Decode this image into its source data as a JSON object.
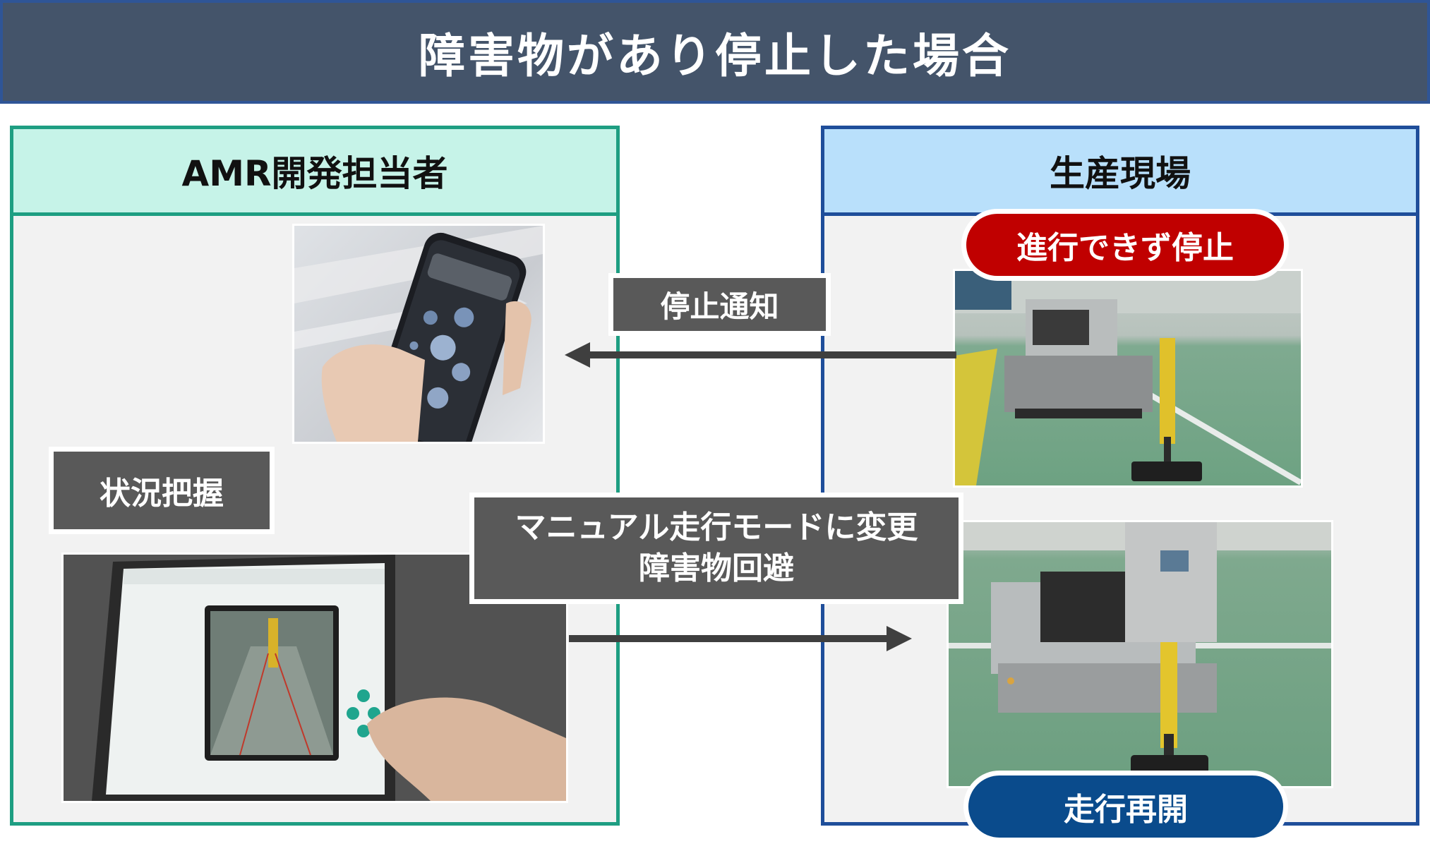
{
  "header": {
    "title": "障害物があり停止した場合"
  },
  "left_panel": {
    "title": "AMR開発担当者"
  },
  "right_panel": {
    "title": "生産現場"
  },
  "labels": {
    "stop_notify": "停止通知",
    "situation": "状況把握",
    "manual_line1": "マニュアル走行モードに変更",
    "manual_line2": "障害物回避"
  },
  "pills": {
    "stopped": "進行できず停止",
    "resume": "走行再開"
  },
  "photos": {
    "phone": "smartphone-notification-photo",
    "tablet": "tablet-remote-control-photo",
    "robot_stopped": "amr-stopped-at-obstacle-photo",
    "robot_resume": "amr-avoiding-obstacle-photo"
  },
  "colors": {
    "header_bg": "#44546a",
    "left_accent": "#1e9e82",
    "left_head_bg": "#c6f3e8",
    "right_accent": "#1f4e9a",
    "right_head_bg": "#b9e0fb",
    "label_bg": "#595959",
    "stopped_pill": "#c00000",
    "resume_pill": "#0a4b8c",
    "arrow": "#3f3f3f"
  }
}
